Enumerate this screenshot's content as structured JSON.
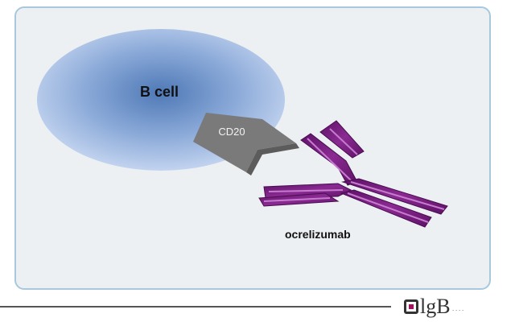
{
  "diagram": {
    "cell_label": "B cell",
    "receptor_label": "CD20",
    "drug_label": "ocrelizumab"
  },
  "footer": {
    "logo_text": "lgB",
    "logo_trailing": "····"
  },
  "colors": {
    "panel_background": "#ecf0f2",
    "panel_border": "#a8c8de",
    "cell_center": "#5a84bf",
    "cell_edge": "#b6cbea",
    "receptor_fill": "#7a7a7a",
    "antibody_fill": "#7b1f82",
    "antibody_highlight": "#c77bd0",
    "logo_accent": "#a0115e"
  },
  "icons": {
    "logo_mark": "square-logo-icon",
    "antibody": "y-shaped-antibody-icon",
    "receptor": "pentagon-receptor-icon"
  }
}
